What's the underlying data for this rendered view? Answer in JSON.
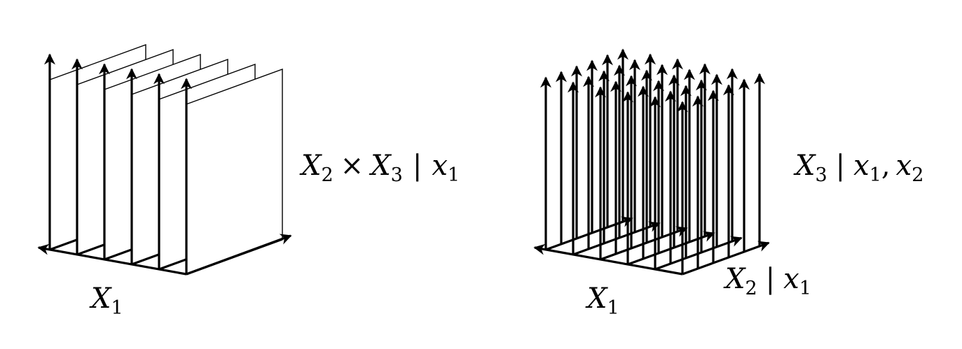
{
  "left_panel": {
    "slice_count": 6,
    "label_x1": {
      "main": "X",
      "sub": "1"
    },
    "label_conditional": {
      "a": "X",
      "a_sub": "2",
      "op": "×",
      "b": "X",
      "b_sub": "3",
      "bar": "|",
      "c": "x",
      "c_sub": "1"
    }
  },
  "right_panel": {
    "grid_rows": 6,
    "grid_cols": 6,
    "label_x1": {
      "main": "X",
      "sub": "1"
    },
    "label_x2": {
      "a": "X",
      "a_sub": "2",
      "bar": "|",
      "c": "x",
      "c_sub": "1"
    },
    "label_x3": {
      "a": "X",
      "a_sub": "3",
      "bar": "|",
      "c": "x",
      "c_sub": "1",
      "comma": ",",
      "d": "x",
      "d_sub": "2"
    }
  },
  "colors": {
    "stroke": "#000000",
    "background": "#ffffff"
  }
}
